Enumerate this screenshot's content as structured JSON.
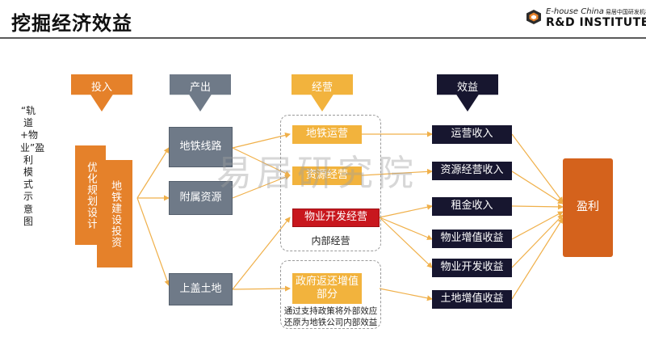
{
  "header": {
    "title": "挖掘经济效益",
    "brand_top_en": "E-house China",
    "brand_top_cn": "易居中国研发机构",
    "brand_main": "R&D INSTITUTE"
  },
  "side_label": "“轨道+物业”盈利模式示意图",
  "columns": {
    "input": "投入",
    "output": "产出",
    "operation": "经营",
    "benefit": "效益"
  },
  "input_boxes": {
    "a": "优化规划设计",
    "b": "地铁建设投资"
  },
  "output_boxes": {
    "metro_line": "地铁线路",
    "ancillary": "附属资源",
    "land": "上盖土地"
  },
  "operation_boxes": {
    "metro_ops": "地铁运营",
    "resource_ops": "资源经营",
    "property_dev": "物业开发经营",
    "internal_label": "内部经营",
    "gov_refund": "政府返还增值部分",
    "gov_note_line1": "通过支持政策将外部效应",
    "gov_note_line2": "还原为地铁公司内部效益"
  },
  "benefit_boxes": {
    "ops_income": "运营收入",
    "resource_income": "资源经营收入",
    "rent_income": "租金收入",
    "property_appreciation": "物业增值收益",
    "property_dev_income": "物业开发收益",
    "land_appreciation": "土地增值收益"
  },
  "result": "盈利",
  "watermark": "易居研究院"
}
